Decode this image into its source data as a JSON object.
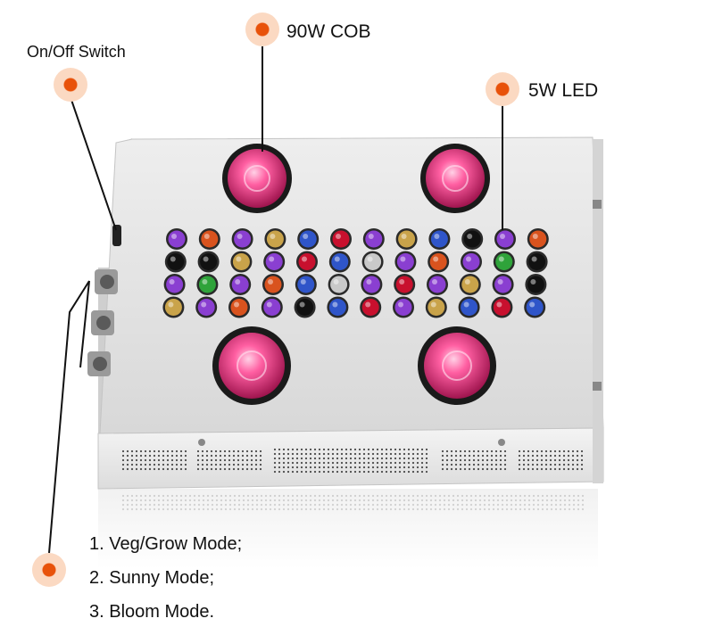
{
  "labels": {
    "cob": "90W COB",
    "led": "5W LED",
    "switch": "On/Off Switch"
  },
  "modes": [
    "1. Veg/Grow Mode;",
    "2. Sunny Mode;",
    "3. Bloom Mode."
  ],
  "colors": {
    "accent": "#e8520a",
    "accent_light": "#fbd9c2",
    "panel": "#e3e3e3",
    "cob": "#ff5fa2"
  },
  "led_grid": [
    [
      "purple",
      "orange",
      "purple",
      "gold",
      "blue",
      "red",
      "purple",
      "gold",
      "blue",
      "black",
      "purple",
      "orange"
    ],
    [
      "black",
      "black",
      "gold",
      "purple",
      "red",
      "blue",
      "white",
      "purple",
      "orange",
      "purple",
      "green",
      "black"
    ],
    [
      "purple",
      "green",
      "purple",
      "orange",
      "blue",
      "white",
      "purple",
      "red",
      "purple",
      "gold",
      "purple",
      "black"
    ],
    [
      "gold",
      "purple",
      "orange",
      "purple",
      "black",
      "blue",
      "red",
      "purple",
      "gold",
      "blue",
      "red",
      "blue"
    ]
  ]
}
